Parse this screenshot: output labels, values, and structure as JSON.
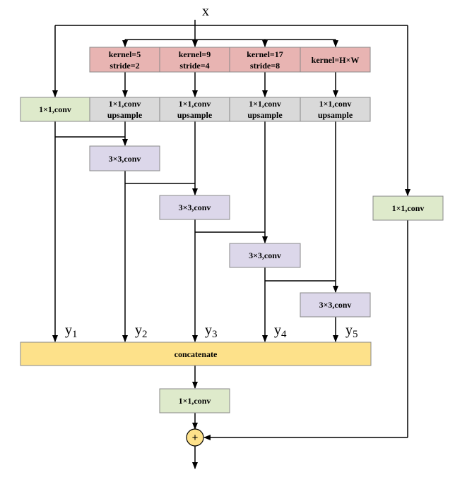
{
  "input": {
    "label": "x"
  },
  "pool_boxes": [
    {
      "line1": "kernel=5",
      "line2": "stride=2"
    },
    {
      "line1": "kernel=9",
      "line2": "stride=4"
    },
    {
      "line1": "kernel=17",
      "line2": "stride=8"
    },
    {
      "line1": "kernel=H×W",
      "line2": ""
    }
  ],
  "branch_conv": {
    "label": "1×1,conv"
  },
  "upsample_boxes": [
    {
      "line1": "1×1,conv",
      "line2": "upsample"
    },
    {
      "line1": "1×1,conv",
      "line2": "upsample"
    },
    {
      "line1": "1×1,conv",
      "line2": "upsample"
    },
    {
      "line1": "1×1,conv",
      "line2": "upsample"
    }
  ],
  "conv3_boxes": [
    {
      "label": "3×3,conv"
    },
    {
      "label": "3×3,conv"
    },
    {
      "label": "3×3,conv"
    },
    {
      "label": "3×3,conv"
    }
  ],
  "shortcut_conv": {
    "label": "1×1,conv"
  },
  "outputs": [
    {
      "base": "y",
      "sub": "1"
    },
    {
      "base": "y",
      "sub": "2"
    },
    {
      "base": "y",
      "sub": "3"
    },
    {
      "base": "y",
      "sub": "4"
    },
    {
      "base": "y",
      "sub": "5"
    }
  ],
  "concat": {
    "label": "concatenate"
  },
  "final_conv": {
    "label": "1×1,conv"
  },
  "add_node": {
    "symbol": "+"
  },
  "colors": {
    "pool_fill": "#e8b4b2",
    "grey_fill": "#d9d9d9",
    "green_fill": "#deeacb",
    "purple_fill": "#dcd7ea",
    "concat_fill": "#fde18a",
    "add_fill": "#fde18a",
    "stroke": "#000000",
    "box_border": "#888888"
  }
}
